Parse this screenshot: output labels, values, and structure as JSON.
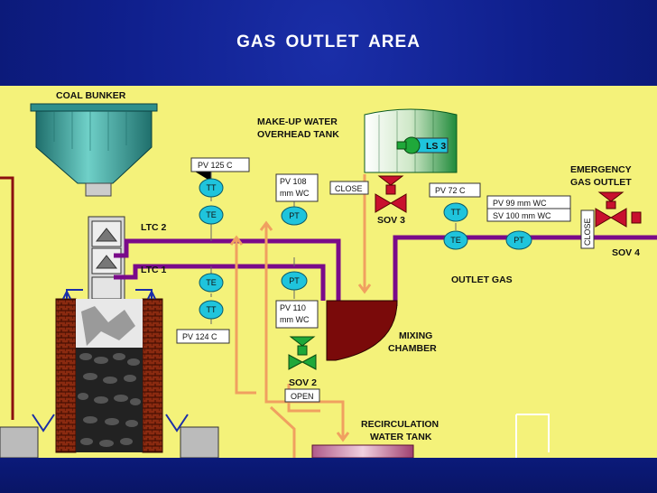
{
  "title": "GAS  OUTLET  AREA",
  "labels": {
    "coal_bunker": "COAL BUNKER",
    "makeup_tank_1": "MAKE-UP WATER",
    "makeup_tank_2": "OVERHEAD TANK",
    "ls3": "LS 3",
    "emergency_1": "EMERGENCY",
    "emergency_2": "GAS OUTLET",
    "ltc2": "LTC 2",
    "ltc1": "LTC 1",
    "sov3": "SOV 3",
    "sov4": "SOV 4",
    "sov2": "SOV 2",
    "outlet_gas": "OUTLET GAS",
    "mixing_1": "MIXING",
    "mixing_2": "CHAMBER",
    "recirc_1": "RECIRCULATION",
    "recirc_2": "WATER TANK",
    "close_sov3": "CLOSE",
    "close_sov4": "CLOSE",
    "open_sov2": "OPEN"
  },
  "readouts": {
    "pv_125": "PV  125 C",
    "pv_108_a": "PV  108",
    "pv_108_b": "mm WC",
    "pv_72": "PV  72  C",
    "pv_99": "PV   99  mm WC",
    "sv_100": "SV  100  mm WC",
    "pv_110_a": "PV  110",
    "pv_110_b": "mm WC",
    "pv_124": "PV  124 C"
  },
  "instruments": {
    "tt_upper": "TT",
    "te_upper": "TE",
    "pt_upper": "PT",
    "te_lower": "TE",
    "tt_lower": "TT",
    "pt_lower": "PT",
    "tt_outlet": "TT",
    "te_outlet": "TE",
    "pt_outlet": "PT"
  },
  "colors": {
    "panel": "#f4f27a",
    "gas_pipe": "#7a0a8a",
    "water_pipe": "#f0a060",
    "flue_line": "#8b1010",
    "chamber": "#7a0a0a",
    "valve_red": "#c8102e",
    "valve_green": "#1fa83a",
    "bunker_teal": "#2d8f8c",
    "tag_cyan": "#1fc4dc"
  }
}
